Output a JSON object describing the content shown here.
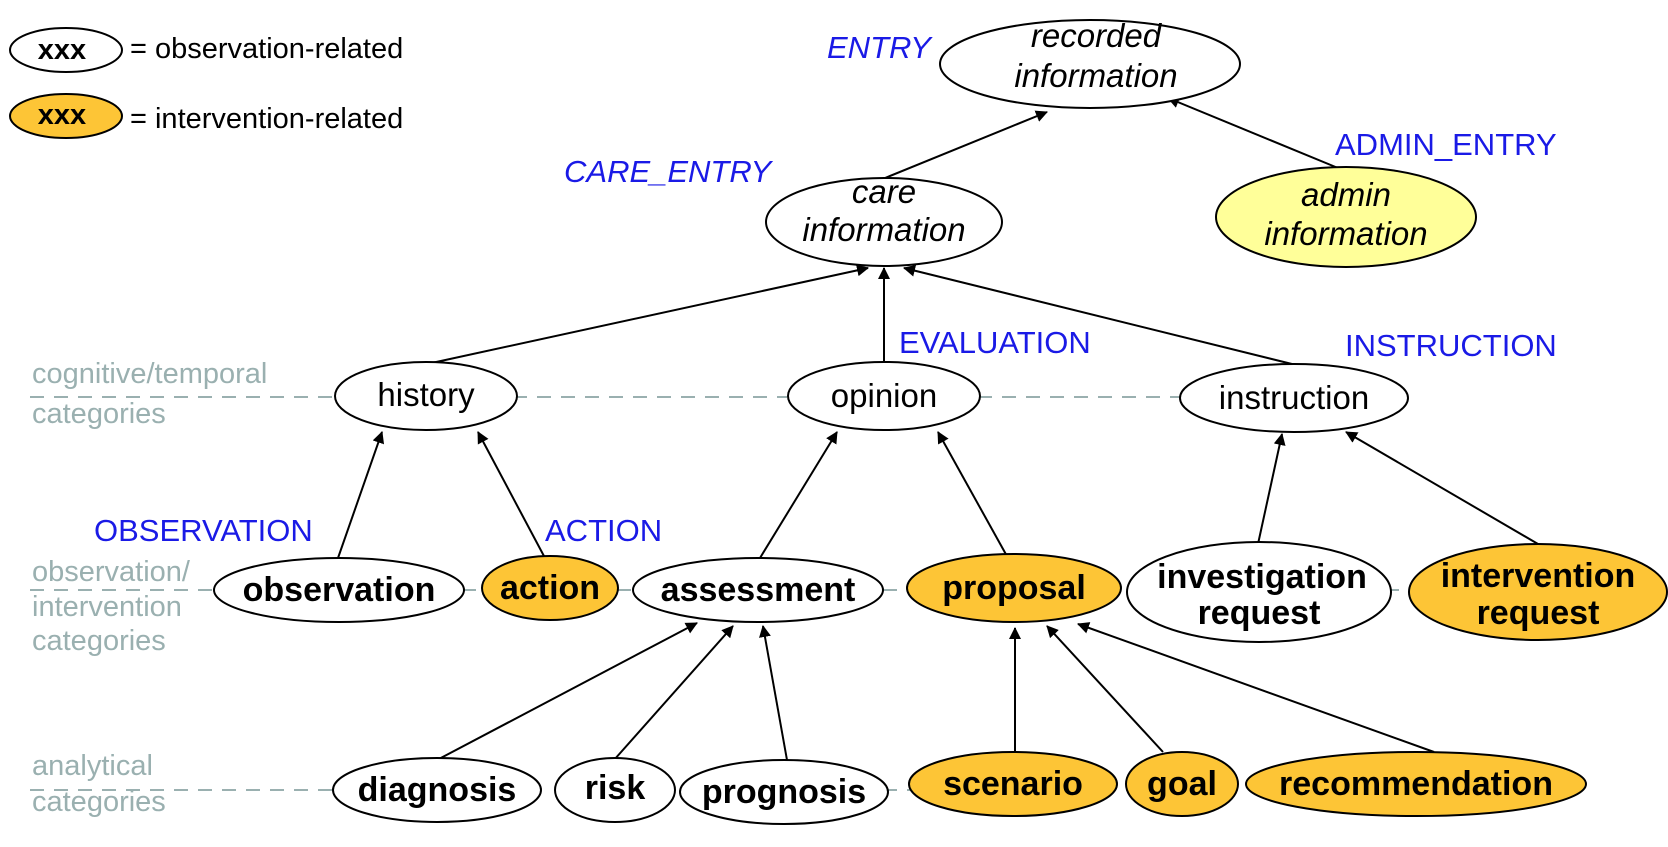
{
  "legend": {
    "observation_key": "xxx",
    "observation_label": "= observation-related",
    "intervention_key": "xxx",
    "intervention_label": "= intervention-related"
  },
  "colors": {
    "observation_fill": "#ffffff",
    "intervention_fill": "#fdc536",
    "admin_fill": "#ffff99",
    "class_label": "#1a1ae6",
    "category_label": "#9ab0b0",
    "guide_line": "#9ab0b0"
  },
  "categories": {
    "cognitive_line1": "cognitive/temporal",
    "cognitive_line2": "categories",
    "obsint_line1": "observation/",
    "obsint_line2": "intervention",
    "obsint_line3": "categories",
    "analytical_line1": "analytical",
    "analytical_line2": "categories"
  },
  "class_labels": {
    "entry": "ENTRY",
    "care_entry": "CARE_ENTRY",
    "admin_entry": "ADMIN_ENTRY",
    "evaluation": "EVALUATION",
    "instruction": "INSTRUCTION",
    "observation": "OBSERVATION",
    "action": "ACTION"
  },
  "nodes": {
    "recorded": {
      "line1": "recorded",
      "line2": "information"
    },
    "care": {
      "line1": "care",
      "line2": "information"
    },
    "admin": {
      "line1": "admin",
      "line2": "information"
    },
    "history": {
      "label": "history"
    },
    "opinion": {
      "label": "opinion"
    },
    "instruction": {
      "label": "instruction"
    },
    "observation": {
      "label": "observation"
    },
    "action": {
      "label": "action"
    },
    "assessment": {
      "label": "assessment"
    },
    "proposal": {
      "label": "proposal"
    },
    "investigation": {
      "line1": "investigation",
      "line2": "request"
    },
    "intervention": {
      "line1": "intervention",
      "line2": "request"
    },
    "diagnosis": {
      "label": "diagnosis"
    },
    "risk": {
      "label": "risk"
    },
    "prognosis": {
      "label": "prognosis"
    },
    "scenario": {
      "label": "scenario"
    },
    "goal": {
      "label": "goal"
    },
    "recommendation": {
      "label": "recommendation"
    }
  }
}
